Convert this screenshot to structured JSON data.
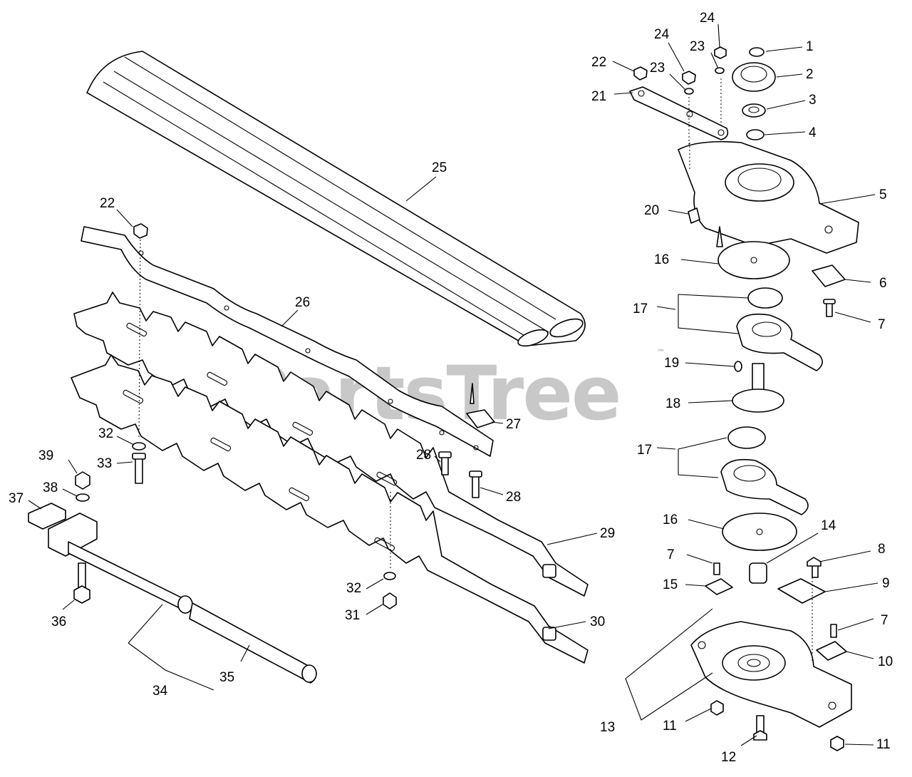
{
  "watermark": {
    "text": "PartsTree",
    "trademark": "™"
  },
  "callouts": {
    "c1": "1",
    "c2": "2",
    "c3": "3",
    "c4": "4",
    "c5": "5",
    "c6": "6",
    "c7a": "7",
    "c7b": "7",
    "c7c": "7",
    "c8": "8",
    "c9": "9",
    "c10": "10",
    "c11a": "11",
    "c11b": "11",
    "c12": "12",
    "c13": "13",
    "c14": "14",
    "c15": "15",
    "c16a": "16",
    "c16b": "16",
    "c17a": "17",
    "c17b": "17",
    "c18": "18",
    "c19": "19",
    "c20": "20",
    "c21": "21",
    "c22a": "22",
    "c22b": "22",
    "c23a": "23",
    "c23b": "23",
    "c24a": "24",
    "c24b": "24",
    "c25": "25",
    "c26": "26",
    "c27": "27",
    "c28a": "28",
    "c28b": "28",
    "c29": "29",
    "c30": "30",
    "c31": "31",
    "c32a": "32",
    "c32b": "32",
    "c33": "33",
    "c34": "34",
    "c35": "35",
    "c36": "36",
    "c37": "37",
    "c38": "38",
    "c39": "39"
  }
}
